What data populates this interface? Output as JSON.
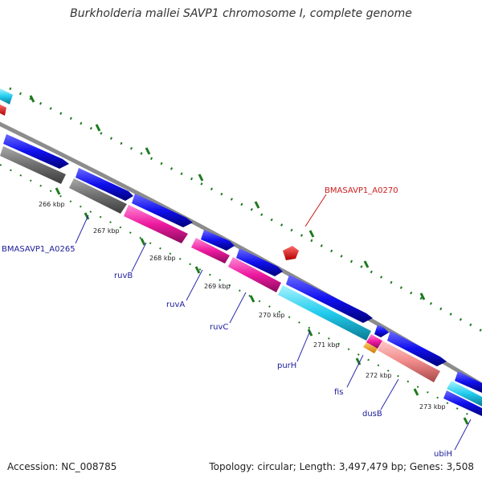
{
  "title": "Burkholderia mallei SAVP1 chromosome I, complete genome",
  "footer": {
    "accession": "Accession: NC_008785",
    "summary": "Topology: circular; Length: 3,497,479 bp; Genes: 3,508"
  },
  "colors": {
    "backbone": "#8c8c8c",
    "tick": "#1e7a1e",
    "forward_cds": "#1010ee",
    "label_line": "#2a2ab0",
    "label_text": "#1a1a9a",
    "red_label": "#cc1a1a"
  },
  "ruler": {
    "unit": "kbp",
    "labels": [
      "266 kbp",
      "267 kbp",
      "268 kbp",
      "269 kbp",
      "270 kbp",
      "271 kbp",
      "272 kbp",
      "273 kbp"
    ]
  },
  "gene_labels": [
    {
      "id": "bmasavp1-a0265",
      "text": "BMASAVP1_A0265",
      "color": "#1a1a9a"
    },
    {
      "id": "ruvb",
      "text": "ruvB",
      "color": "#1a1a9a"
    },
    {
      "id": "ruva",
      "text": "ruvA",
      "color": "#1a1a9a"
    },
    {
      "id": "ruvc",
      "text": "ruvC",
      "color": "#1a1a9a"
    },
    {
      "id": "purh",
      "text": "purH",
      "color": "#1a1a9a"
    },
    {
      "id": "fis",
      "text": "fis",
      "color": "#1a1a9a"
    },
    {
      "id": "dusb",
      "text": "dusB",
      "color": "#1a1a9a"
    },
    {
      "id": "ubih",
      "text": "ubiH",
      "color": "#1a1a9a"
    },
    {
      "id": "bmasavp1-a0270",
      "text": "BMASAVP1_A0270",
      "color": "#cc1a1a"
    }
  ]
}
